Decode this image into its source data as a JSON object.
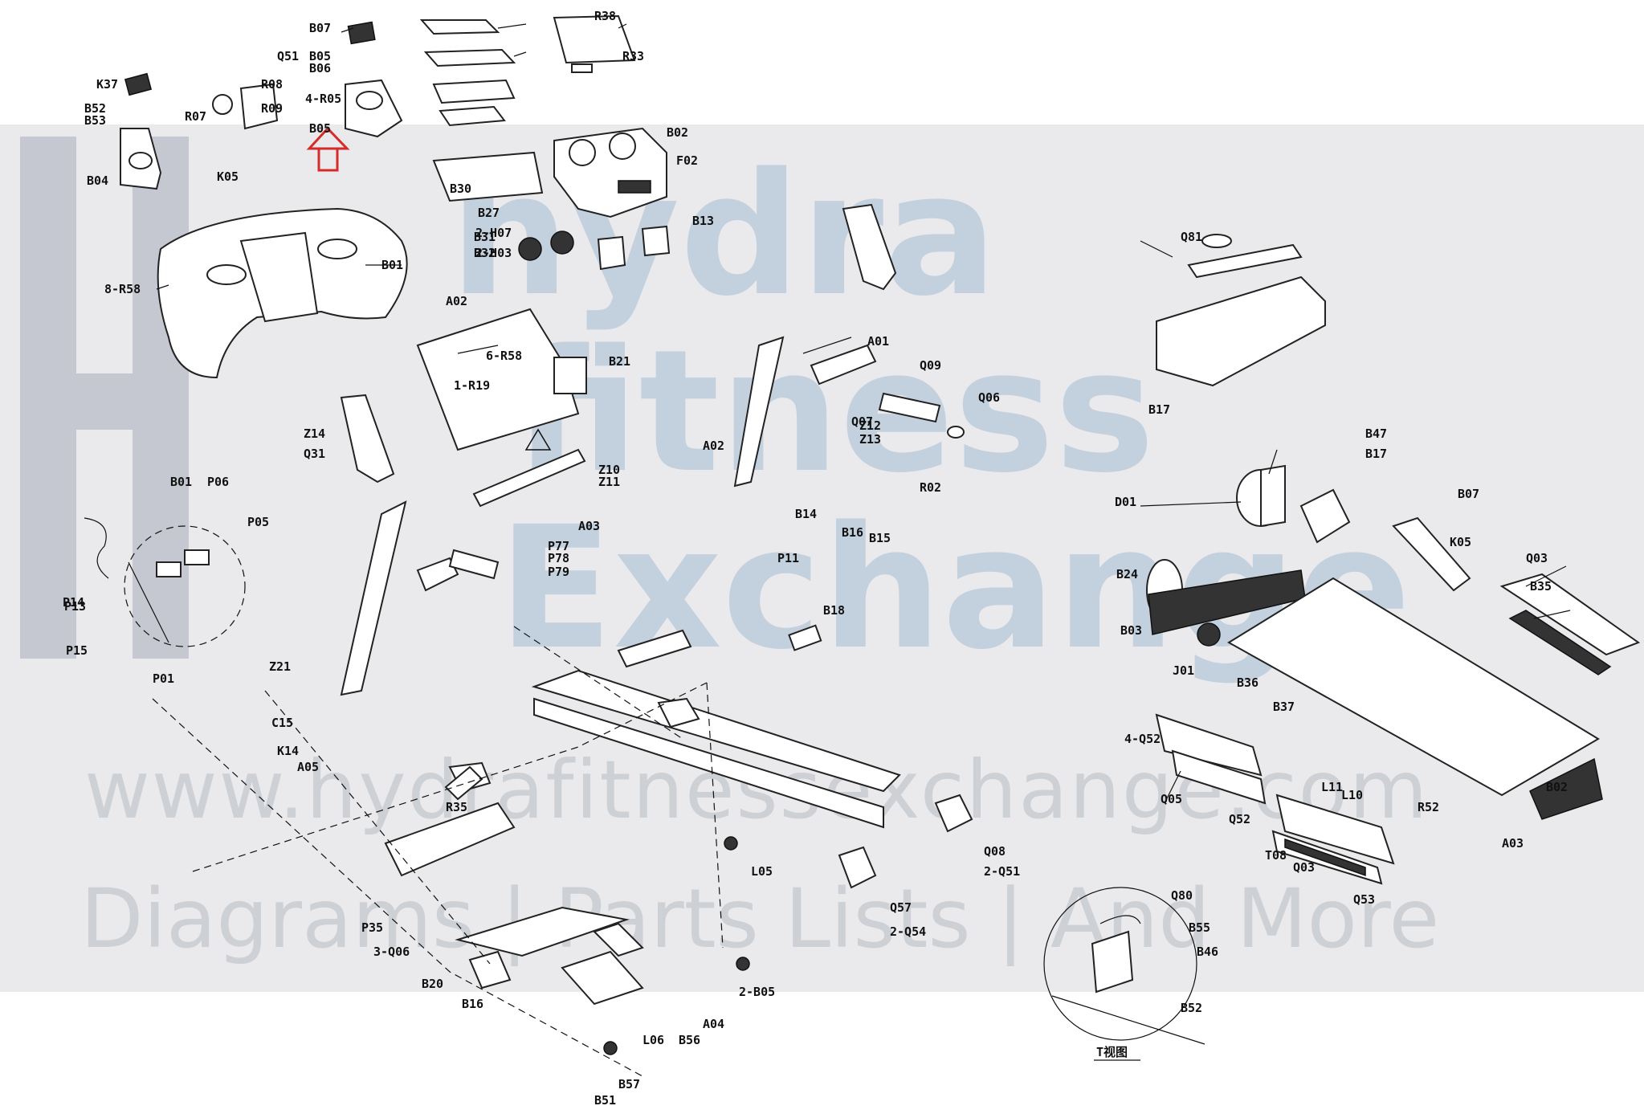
{
  "watermark": {
    "brand_line_1": "hydra",
    "brand_line_2": "fitness",
    "brand_line_3": "Exchange",
    "url": "www.hydrafitnessexchange.com",
    "tagline": "Diagrams | Parts Lists | And More"
  },
  "detail_view_caption": "T视图",
  "colors": {
    "arrow": "#d62b2b",
    "line": "#111111"
  },
  "labels": [
    {
      "id": "console-top",
      "text": "B07"
    },
    {
      "id": "b05",
      "text": "B05"
    },
    {
      "id": "b06",
      "text": "B06"
    },
    {
      "id": "k37",
      "text": "K37"
    },
    {
      "id": "b52",
      "text": "B52"
    },
    {
      "id": "b53",
      "text": "B53"
    },
    {
      "id": "r07",
      "text": "R07"
    },
    {
      "id": "r08",
      "text": "R08"
    },
    {
      "id": "r09",
      "text": "R09"
    },
    {
      "id": "4-r05",
      "text": "4-R05"
    },
    {
      "id": "b04",
      "text": "B04"
    },
    {
      "id": "k05",
      "text": "K05"
    },
    {
      "id": "b01",
      "text": "B01"
    },
    {
      "id": "b05b",
      "text": "B05"
    },
    {
      "id": "8-r58",
      "text": "8-R58"
    },
    {
      "id": "q51",
      "text": "Q51"
    },
    {
      "id": "b30",
      "text": "B30"
    },
    {
      "id": "b27",
      "text": "B27"
    },
    {
      "id": "b31",
      "text": "B31"
    },
    {
      "id": "b32",
      "text": "B32"
    },
    {
      "id": "2-h07",
      "text": "2-H07"
    },
    {
      "id": "2-h03",
      "text": "2-H03"
    },
    {
      "id": "r38",
      "text": "R38"
    },
    {
      "id": "r33",
      "text": "R33"
    },
    {
      "id": "b02",
      "text": "B02"
    },
    {
      "id": "f02",
      "text": "F02"
    },
    {
      "id": "b13",
      "text": "B13"
    },
    {
      "id": "a02",
      "text": "A02"
    },
    {
      "id": "6-r58",
      "text": "6-R58"
    },
    {
      "id": "1-r19",
      "text": "1-R19"
    },
    {
      "id": "b21",
      "text": "B21"
    },
    {
      "id": "z14",
      "text": "Z14"
    },
    {
      "id": "q31",
      "text": "Q31"
    },
    {
      "id": "a01",
      "text": "A01"
    },
    {
      "id": "a02b",
      "text": "A02"
    },
    {
      "id": "z10",
      "text": "Z10"
    },
    {
      "id": "z11",
      "text": "Z11"
    },
    {
      "id": "a03",
      "text": "A03"
    },
    {
      "id": "p77",
      "text": "P77"
    },
    {
      "id": "p78",
      "text": "P78"
    },
    {
      "id": "p79",
      "text": "P79"
    },
    {
      "id": "b18",
      "text": "B18"
    },
    {
      "id": "q09",
      "text": "Q09"
    },
    {
      "id": "q06",
      "text": "Q06"
    },
    {
      "id": "q07",
      "text": "Q07"
    },
    {
      "id": "z12",
      "text": "Z12"
    },
    {
      "id": "z13",
      "text": "Z13"
    },
    {
      "id": "r02",
      "text": "R02"
    },
    {
      "id": "b14",
      "text": "B14"
    },
    {
      "id": "b15",
      "text": "B15"
    },
    {
      "id": "b16",
      "text": "B16"
    },
    {
      "id": "p11",
      "text": "P11"
    },
    {
      "id": "p13",
      "text": "P13"
    },
    {
      "id": "p14",
      "text": "P14"
    },
    {
      "id": "p15",
      "text": "P15"
    },
    {
      "id": "p05",
      "text": "P05"
    },
    {
      "id": "p06",
      "text": "P06"
    },
    {
      "id": "b01b",
      "text": "B01"
    },
    {
      "id": "p01",
      "text": "P01"
    },
    {
      "id": "a05",
      "text": "A05"
    },
    {
      "id": "c15",
      "text": "C15"
    },
    {
      "id": "k14",
      "text": "K14"
    },
    {
      "id": "z21",
      "text": "Z21"
    },
    {
      "id": "r35",
      "text": "R35"
    },
    {
      "id": "b51",
      "text": "B51"
    },
    {
      "id": "b57",
      "text": "B57"
    },
    {
      "id": "l06",
      "text": "L06"
    },
    {
      "id": "b56",
      "text": "B56"
    },
    {
      "id": "a04",
      "text": "A04"
    },
    {
      "id": "2-b05",
      "text": "2-B05"
    },
    {
      "id": "q08",
      "text": "Q08"
    },
    {
      "id": "2-q51",
      "text": "2-Q51"
    },
    {
      "id": "q57",
      "text": "Q57"
    },
    {
      "id": "2-q54",
      "text": "2-Q54"
    },
    {
      "id": "l05",
      "text": "L05"
    },
    {
      "id": "3-q06",
      "text": "3-Q06"
    },
    {
      "id": "p35",
      "text": "P35"
    },
    {
      "id": "b20",
      "text": "B20"
    },
    {
      "id": "b16b",
      "text": "B16"
    },
    {
      "id": "b17",
      "text": "B17"
    },
    {
      "id": "q81",
      "text": "Q81"
    },
    {
      "id": "b47",
      "text": "B47"
    },
    {
      "id": "b17b",
      "text": "B17"
    },
    {
      "id": "d01",
      "text": "D01"
    },
    {
      "id": "b24",
      "text": "B24"
    },
    {
      "id": "b03",
      "text": "B03"
    },
    {
      "id": "j01",
      "text": "J01"
    },
    {
      "id": "b36",
      "text": "B36"
    },
    {
      "id": "b37",
      "text": "B37"
    },
    {
      "id": "k05b",
      "text": "K05"
    },
    {
      "id": "q03",
      "text": "Q03"
    },
    {
      "id": "b35",
      "text": "B35"
    },
    {
      "id": "b07b",
      "text": "B07"
    },
    {
      "id": "b02b",
      "text": "B02"
    },
    {
      "id": "l11",
      "text": "L11"
    },
    {
      "id": "l10",
      "text": "L10"
    },
    {
      "id": "r52",
      "text": "R52"
    },
    {
      "id": "4-q52",
      "text": "4-Q52"
    },
    {
      "id": "q05",
      "text": "Q05"
    },
    {
      "id": "q52",
      "text": "Q52"
    },
    {
      "id": "t08",
      "text": "T08"
    },
    {
      "id": "q03b",
      "text": "Q03"
    },
    {
      "id": "q53",
      "text": "Q53"
    },
    {
      "id": "a03b",
      "text": "A03"
    },
    {
      "id": "q80",
      "text": "Q80"
    },
    {
      "id": "b55",
      "text": "B55"
    },
    {
      "id": "b46",
      "text": "B46"
    },
    {
      "id": "b52b",
      "text": "B52"
    }
  ]
}
